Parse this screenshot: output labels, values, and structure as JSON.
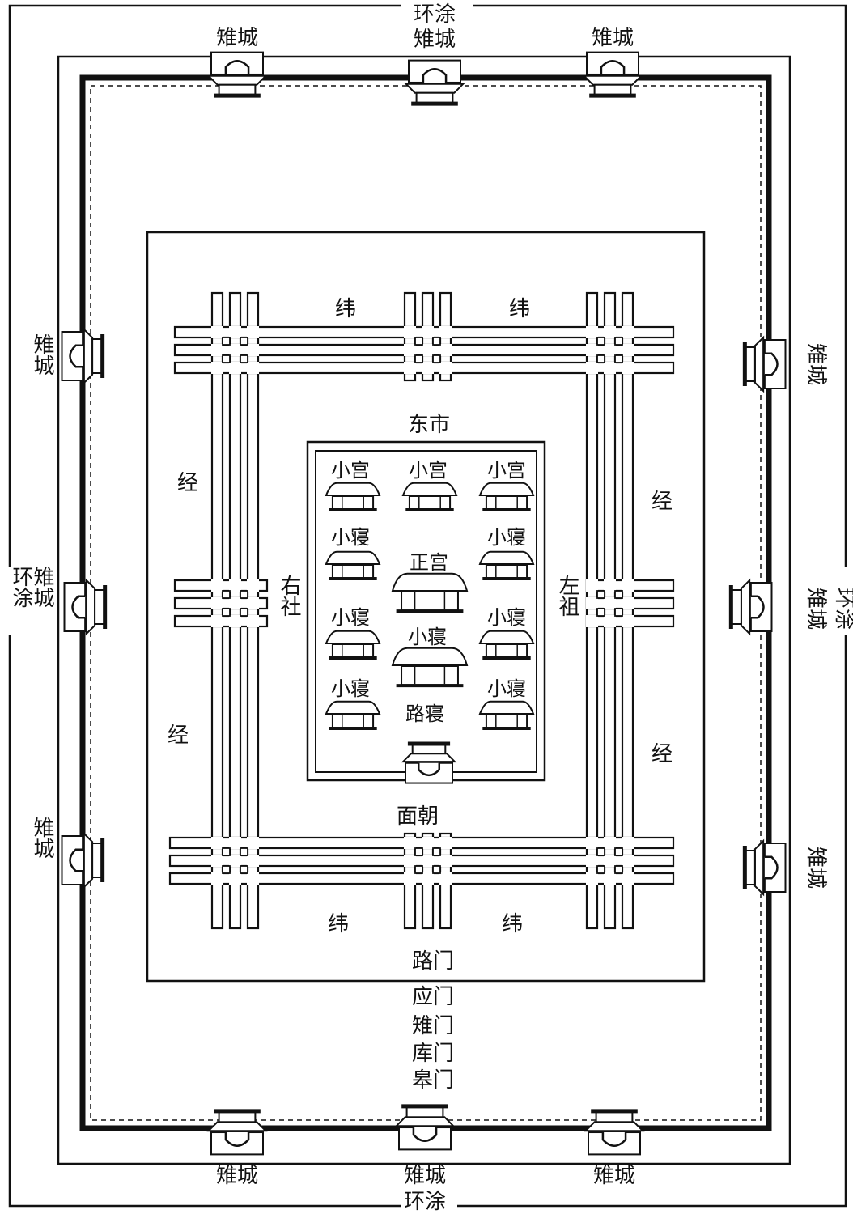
{
  "labels": {
    "huantu": "环涂",
    "yicheng": "雉城",
    "wei": "纬",
    "jing": "经",
    "dongshi": "东市",
    "xiaogong": "小宫",
    "xiaoqin": "小寝",
    "zhenggong": "正宫",
    "luqin": "路寝",
    "youshe": "右社",
    "zuozu": "左祖",
    "mianchao": "面朝",
    "lumen": "路门",
    "yingmen": "应门",
    "yimen": "雉门",
    "kumen": "库门",
    "gaomen": "皋门"
  }
}
